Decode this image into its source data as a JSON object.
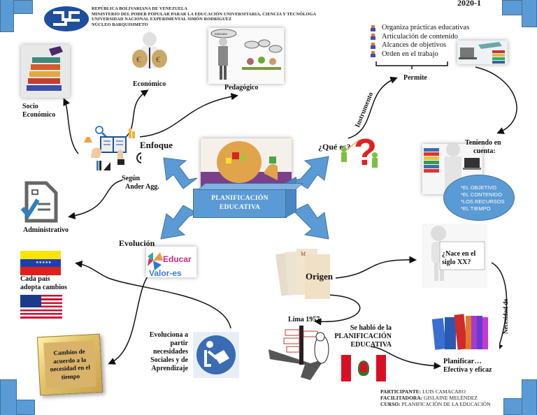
{
  "header": {
    "lines": [
      "REPÚBLICA BOLIVARIANA DE VENEZUELA",
      "MINISTERIO DEL PODER POPULAR PARAR LA EDUCACIÓN UNIVERSITARIA, CIENCIA Y TECNÓLOGA",
      "UNIVERSIDAD NACIONAL EXPERIMENTAL SIMÓN RODRÍGUEZ",
      "NÚCLEO BARQUISIMETO"
    ],
    "period": "2020-1",
    "logo_icon": "university-logo-icon"
  },
  "center": {
    "title_line1": "PLANIFICACIÓN",
    "title_line2": "EDUCATIVA",
    "image_icon": "thinking-head-puzzle-icon"
  },
  "enfoque": {
    "label": "Enfoque",
    "author_line1": "Según",
    "author_line2": "Ander Agg.",
    "branches": {
      "socio_line1": "Socio",
      "socio_line2": "Económico",
      "economico": "Económico",
      "pedagogico": "Pedagógico",
      "administrativo": "Administrativo"
    },
    "speech_bubble": "manzana"
  },
  "que_es": {
    "label": "¿Qué es?",
    "connector": "Instrumento",
    "permite": "Permite",
    "items": [
      "Organiza prácticas educativas",
      "Articulación de contenido",
      "Alcances de objetivos",
      "Orden en el trabajo"
    ],
    "teniendo_line1": "Teniendo en",
    "teniendo_line2": "cuenta:",
    "considerations": [
      "*EL OBJETIVO",
      "*EL CONTENIDO",
      "*LOS RECURSOS",
      "*EL TIEMPO"
    ]
  },
  "evolucion": {
    "label": "Evolución",
    "image_text_1": "Educar",
    "image_text_2": "Valor-es",
    "paises_line1": "Cada país",
    "paises_line2": "adopta cambios",
    "box_lines": [
      "Cambios de",
      "acuerdo a la",
      "necesidad en el",
      "tiempo"
    ],
    "evoluciona_lines": [
      "Evoluciona a",
      "partir",
      "necesidades",
      "Sociales y de",
      "Aprendizaje"
    ]
  },
  "origen": {
    "label": "Origen",
    "nace_line1": "¿Nace en el",
    "nace_line2": "siglo XX?",
    "connector": "Necesidad de",
    "lima": "Lima 1957",
    "hablo_lines": [
      "Se habló de la",
      "PLANIFICACIÓN",
      "EDUCATIVA"
    ],
    "planificar": "Planificar…",
    "planificar_sub": "Efectiva y eficaz"
  },
  "footer": {
    "participante_label": "PARTICIPANTE:",
    "participante": "LUIS CAMACARO",
    "facilitadora_label": "FACILITADORA:",
    "facilitadora": "GISLAINE MELÉNDEZ",
    "curso_label": "CURSO:",
    "curso": "PLANIFICACIÓN DE LA EDUCACIÓN"
  },
  "colors": {
    "accent_blue": "#5b9bd5",
    "accent_border": "#41719c",
    "box_gold": "#d9b36a"
  }
}
